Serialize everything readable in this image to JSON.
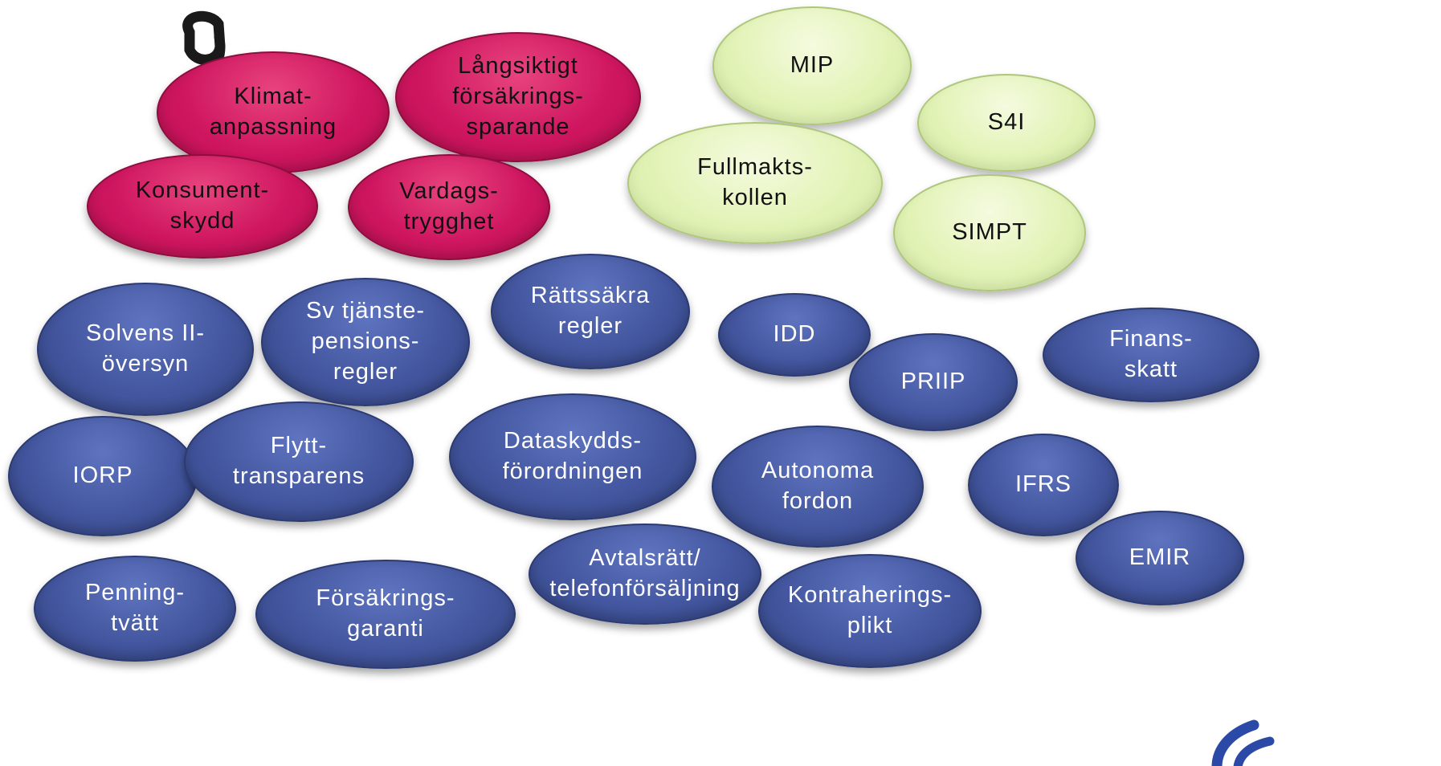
{
  "colors": {
    "red_bubble": "#cf1660",
    "green_bubble": "#e3f3b8",
    "blue_bubble": "#43569f",
    "logo_blue": "#2b4aa8"
  },
  "bubbles": {
    "klimatanpassning": "Klimat-\nanpassning",
    "langsiktigt": "Långsiktigt\nförsäkrings-\nsparande",
    "konsumentskydd": "Konsument-\nskydd",
    "vardagstrygghet": "Vardags-\ntrygghet",
    "mip": "MIP",
    "s4i": "S4I",
    "fullmaktskollen": "Fullmakts-\nkollen",
    "simpt": "SIMPT",
    "solvens": "Solvens II-\növersyn",
    "sv_tjanstepension": "Sv tjänste-\npensions-\nregler",
    "rattssakra": "Rättssäkra\nregler",
    "idd": "IDD",
    "priip": "PRIIP",
    "finansskatt": "Finans-\nskatt",
    "iorp": "IORP",
    "flytttransparens": "Flytt-\ntransparens",
    "dataskydd": "Dataskydds-\nförordningen",
    "autonoma": "Autonoma\nfordon",
    "ifrs": "IFRS",
    "emir": "EMIR",
    "penningtvatt": "Penning-\ntvätt",
    "forsakringsgaranti": "Försäkrings-\ngaranti",
    "avtalsratt": "Avtalsrätt/\ntelefonförsäljning",
    "kontraheringsplikt": "Kontraherings-\nplikt"
  }
}
